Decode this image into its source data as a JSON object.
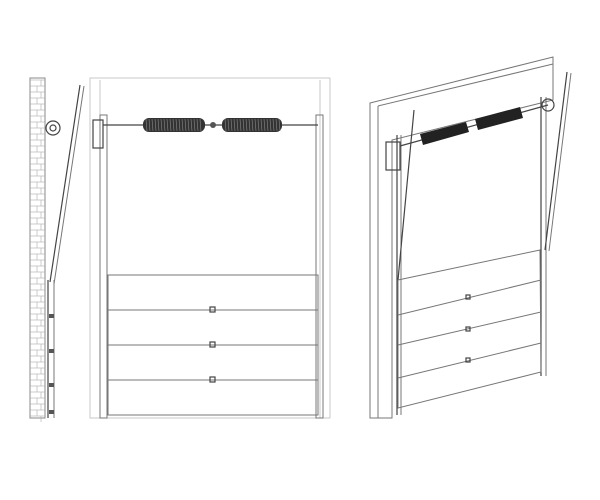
{
  "figure": {
    "views": [
      "side-view",
      "front-view",
      "perspective-view"
    ],
    "colors": {
      "line": "#777777",
      "dark": "#444444",
      "spring": "#222222",
      "background": "#ffffff"
    }
  }
}
